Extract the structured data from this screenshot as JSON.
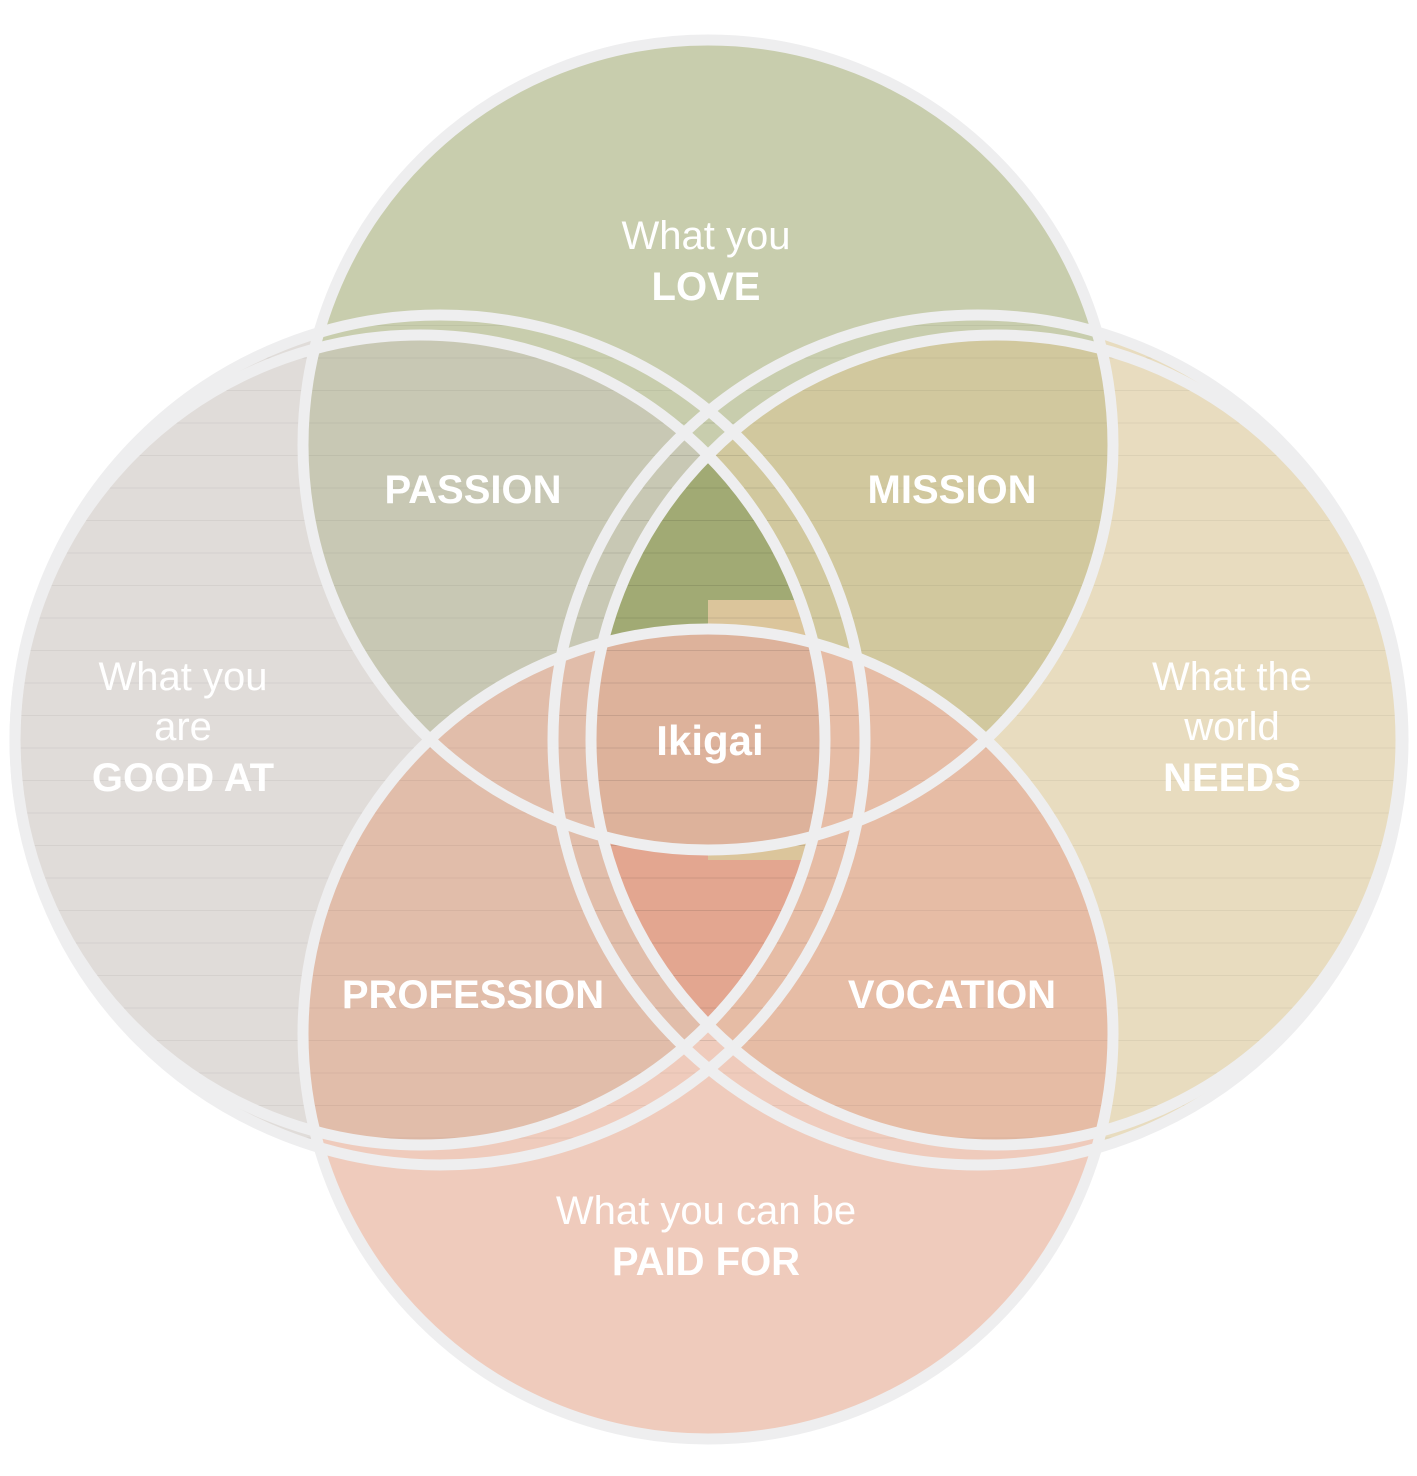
{
  "circles": {
    "love": {
      "line1": "What you",
      "line2": "LOVE",
      "color": "#c8cdad"
    },
    "good_at": {
      "line1": "What you",
      "line2": "are",
      "line3": "GOOD AT",
      "color": "#e0dcd9"
    },
    "world_needs": {
      "line1": "What the",
      "line2": "world",
      "line3": "NEEDS",
      "color": "#e8dcbf"
    },
    "paid_for": {
      "line1": "What you can be",
      "line2": "PAID FOR",
      "color": "#efcbbc"
    }
  },
  "overlaps": {
    "passion": {
      "label": "PASSION",
      "color": "#c8c8b4"
    },
    "mission": {
      "label": "MISSION",
      "color": "#d1c89e"
    },
    "profession": {
      "label": "PROFESSION",
      "color": "#e1bdaa"
    },
    "vocation": {
      "label": "VOCATION",
      "color": "#e6bca5"
    },
    "good_at_world": {
      "color": "#cbc5bf"
    },
    "paid_world": {
      "color": "#dbc59b"
    },
    "love_triangle": {
      "color": "#a1aa74"
    },
    "paid_triangle": {
      "color": "#e3a690"
    }
  },
  "center": {
    "label": "Ikigai",
    "color": "#ddb29b"
  },
  "ring_color": "#eeeeef"
}
